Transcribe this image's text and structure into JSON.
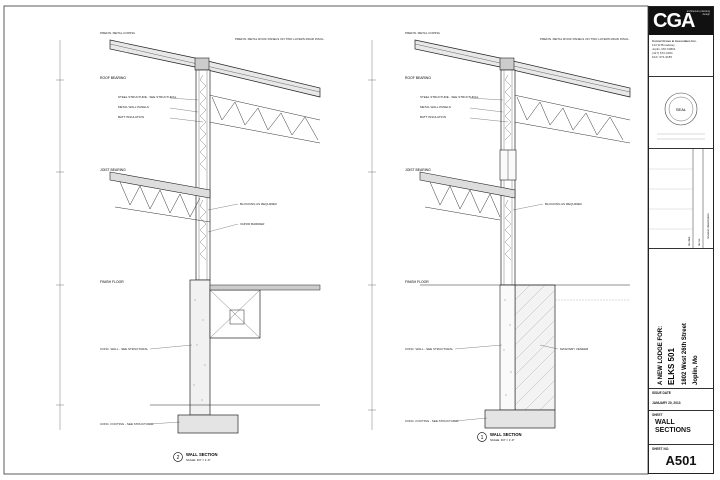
{
  "firm": {
    "logo": "CGA",
    "logo_sub": "architecture planning design",
    "name": "Cornel Grove & Associates Inc.",
    "lines": [
      "113 W Broadway",
      "Joplin, MO 64801",
      "(417) 673-3184",
      "FAX: 673-3185"
    ]
  },
  "seal": {
    "text": "SEAL"
  },
  "revisions": {
    "header": "revision description",
    "col_no": "rev no.",
    "col_date": "rev date"
  },
  "project": {
    "line1": "A NEW LODGE FOR:",
    "line2": "ELKS 501",
    "line3": "1802 West 26th Street",
    "line4": "Joplin, Mo"
  },
  "issue": {
    "label": "ISSUE DATE",
    "date": "JANUARY 20, 2013"
  },
  "sheet": {
    "label": "SHEET",
    "name_line1": "WALL",
    "name_line2": "SECTIONS",
    "no_label": "SHEET NO.",
    "number": "A501"
  },
  "sections": [
    {
      "number": "2",
      "title": "WALL SECTION",
      "scale": "SCALE: 3/4\" = 1'-0\""
    },
    {
      "number": "1",
      "title": "WALL SECTION",
      "scale": "SCALE: 3/4\" = 1'-0\""
    }
  ],
  "notes": {
    "roof_bearing": "ROOF BEARING",
    "joist_bearing": "JOIST BEARING",
    "finish_floor": "FINISH FLOOR",
    "metal_roof": "PREFIN. METAL ROOF PANELS ON TWO LAYERS RIGID INSUL.",
    "metal_coping": "PREFIN. METAL COPING",
    "steel_structure": "STEEL STRUCTURE - SEE STRUCTURAL",
    "metal_wall_panels": "METAL WALL PANELS",
    "insulation": "BATT INSULATION",
    "wood_blocking": "BLOCKING AS REQUIRED",
    "masonry": "MASONRY VENEER",
    "conc_wall": "CONC. WALL - SEE STRUCTURAL",
    "footing": "CONC. FOOTING - SEE STRUCTURAL",
    "vapor_barrier": "VAPOR BARRIER"
  }
}
